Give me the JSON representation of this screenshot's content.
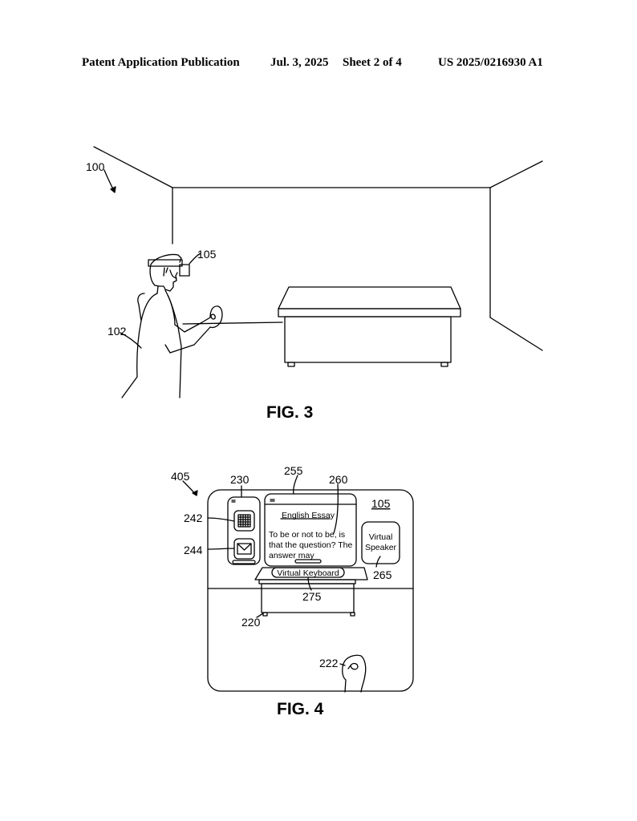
{
  "header": {
    "left": "Patent Application Publication",
    "date": "Jul. 3, 2025",
    "sheet": "Sheet 2 of 4",
    "number": "US 2025/0216930 A1"
  },
  "fig3": {
    "caption": "FIG. 3",
    "ref_environment": "100",
    "ref_headset": "105",
    "ref_user": "102"
  },
  "fig4": {
    "caption": "FIG. 4",
    "ref_view": "405",
    "ref_app_panel": "230",
    "ref_doc_window": "255",
    "ref_doc_text": "260",
    "ref_headset": "105",
    "ref_icon_a": "242",
    "ref_icon_b": "244",
    "ref_speaker": "265",
    "ref_keyboard": "275",
    "ref_table": "220",
    "ref_hand": "222",
    "doc_title": "English Essay",
    "doc_line1": "To be or not to be, is",
    "doc_line2": "that the question? The",
    "doc_line3": "answer may",
    "speaker_line1": "Virtual",
    "speaker_line2": "Speaker",
    "keyboard_label": "Virtual Keyboard"
  }
}
